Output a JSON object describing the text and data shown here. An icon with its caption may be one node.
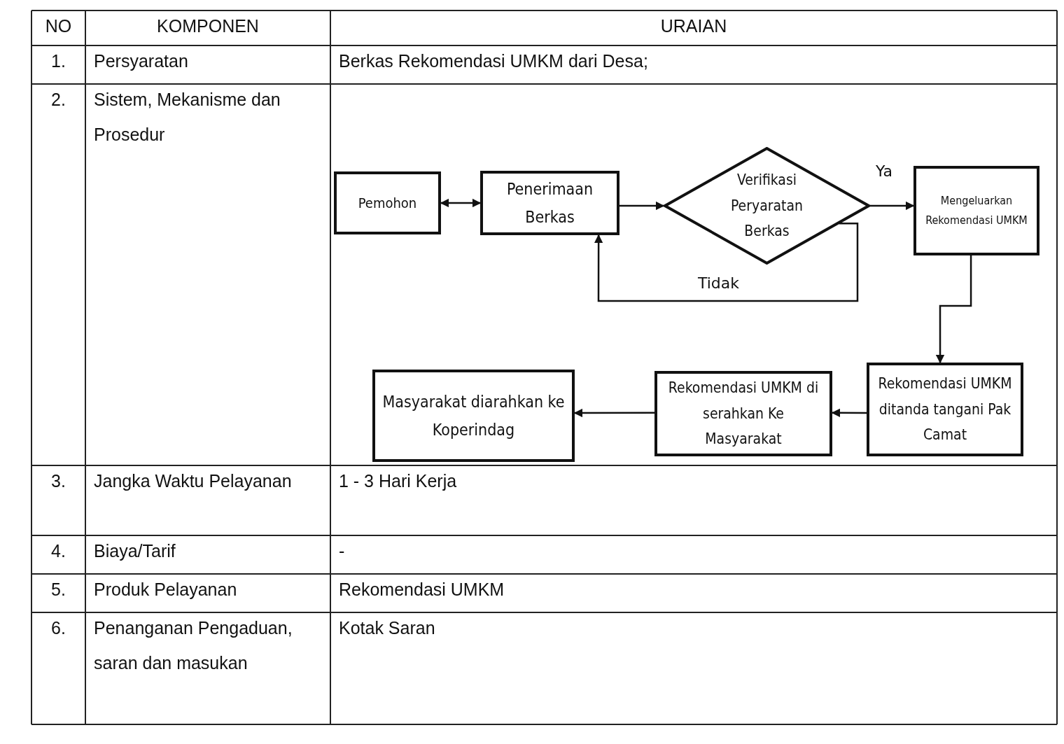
{
  "diagram": {
    "nodes": [
      {
        "text": [
          "Pemohon"
        ]
      },
      {
        "text": [
          "Penerimaan Berkas"
        ]
      },
      {
        "text": [
          "Verifikasi Peryaratan Berkas"
        ]
      },
      {
        "text": [
          "Mengeluarkan Rekomendasi UMKM"
        ]
      },
      {
        "text": [
          "Rekomendasi UMKM ditanda tangani Pak Camat"
        ]
      },
      {
        "text": [
          "Rekomendasi UMKM di serahkan Ke Masyarakat"
        ]
      },
      {
        "text": [
          "Masyarakat diarahkan ke Koperindag"
        ]
      }
    ],
    "edges": [
      {
        "from": 0,
        "to": 1,
        "arrow": "both"
      },
      {
        "from": 1,
        "to": 2,
        "arrow": "to"
      },
      {
        "from": 2,
        "to": 3,
        "arrow": "to",
        "label": "Ya"
      },
      {
        "from": 2,
        "to": 1,
        "arrow": "to",
        "label": "Tidak"
      },
      {
        "from": 3,
        "to": 4,
        "arrow": "to"
      },
      {
        "from": 4,
        "to": 5,
        "arrow": "to"
      },
      {
        "from": 5,
        "to": 6,
        "arrow": "to"
      }
    ],
    "labels": [
      "NO",
      "KOMPONEN",
      "URAIAN",
      "1.",
      "Persyaratan",
      "Berkas Rekomendasi UMKM dari Desa;",
      "2.",
      "Sistem, Mekanisme dan Prosedur",
      "3.",
      "Jangka Waktu Pelayanan",
      "1 - 3 Hari Kerja",
      "4.",
      "Biaya/Tarif",
      "-",
      "5.",
      "Produk Pelayanan",
      "Rekomendasi UMKM",
      "6.",
      "Penanganan Pengaduan, saran dan masukan",
      "Kotak Saran"
    ]
  }
}
